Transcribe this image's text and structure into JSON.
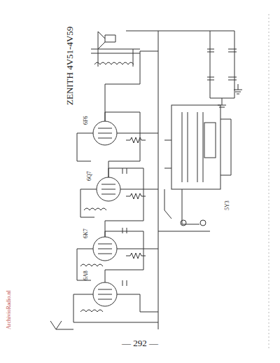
{
  "diagram": {
    "title": "ZENITH 4V51-4V59",
    "labels": [
      "— 292 —",
      "6A8",
      "6K7",
      "6Q7",
      "6F6",
      "5Y3",
      "ArchivioRadio.nl"
    ]
  }
}
